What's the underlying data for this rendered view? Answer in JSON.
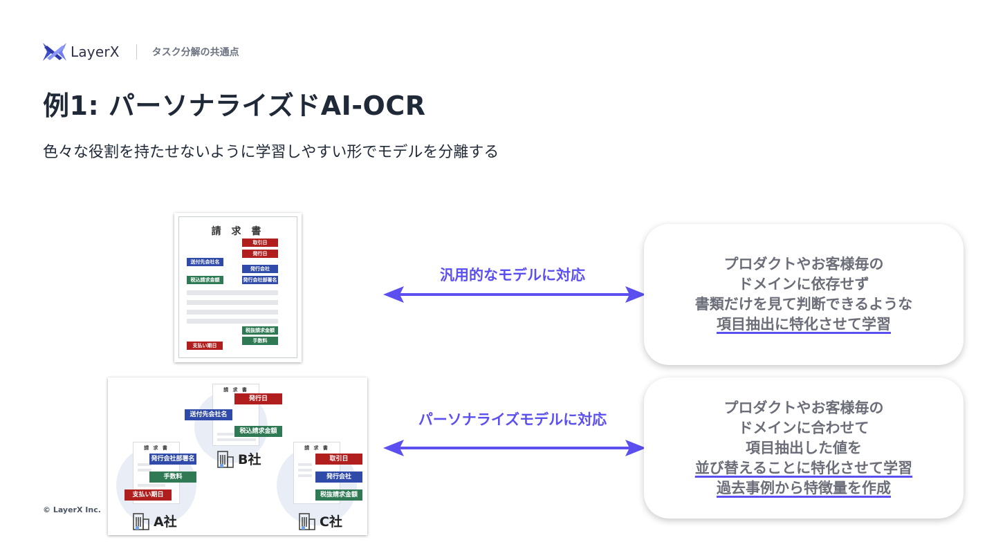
{
  "header": {
    "logo_text": "LayerX",
    "section": "タスク分解の共通点"
  },
  "title": "例1: パーソナライズドAI-OCR",
  "subtitle": "色々な役割を持たせないように学習しやすい形でモデルを分離する",
  "invoice": {
    "title": "請 求 書",
    "tags": {
      "torihikibi": "取引日",
      "hakkoubi": "発行日",
      "soufusaki": "送付先会社名",
      "hakkougaisha": "発行会社",
      "zeikomi": "税込請求金額",
      "busho": "発行会社部署名",
      "zeinuki": "税抜請求金額",
      "tesuryo": "手数料",
      "shiharai": "支払い期日"
    }
  },
  "collage": {
    "mini_title": "請 求 書",
    "b_tags": {
      "hakkoubi": "発行日",
      "soufusaki": "送付先会社名",
      "zeikomi": "税込請求金額"
    },
    "a_tags": {
      "busho": "発行会社部署名",
      "tesuryo": "手数料",
      "shiharai": "支払い期日"
    },
    "c_tags": {
      "torihikibi": "取引日",
      "hakkougaisha": "発行会社",
      "zeinuki": "税抜請求金額"
    },
    "companies": {
      "a": "A社",
      "b": "B社",
      "c": "C社"
    }
  },
  "arrows": {
    "top_label": "汎用的なモデルに対応",
    "bottom_label": "パーソナライズモデルに対応"
  },
  "box_top": {
    "lines": [
      "プロダクトやお客様毎の",
      "ドメインに依存せず",
      "書類だけを見て判断できるような",
      "項目抽出に特化させて学習"
    ]
  },
  "box_bottom": {
    "lines": [
      "プロダクトやお客様毎の",
      "ドメインに合わせて",
      "項目抽出した値を",
      "並び替えることに特化させて学習",
      "過去事例から特徴量を作成"
    ]
  },
  "colors": {
    "accent": "#5b4ff0",
    "tag_red": "#b01e1e",
    "tag_blue": "#2f4aa8",
    "tag_green": "#2f7a55"
  },
  "copyright": "© LayerX Inc."
}
